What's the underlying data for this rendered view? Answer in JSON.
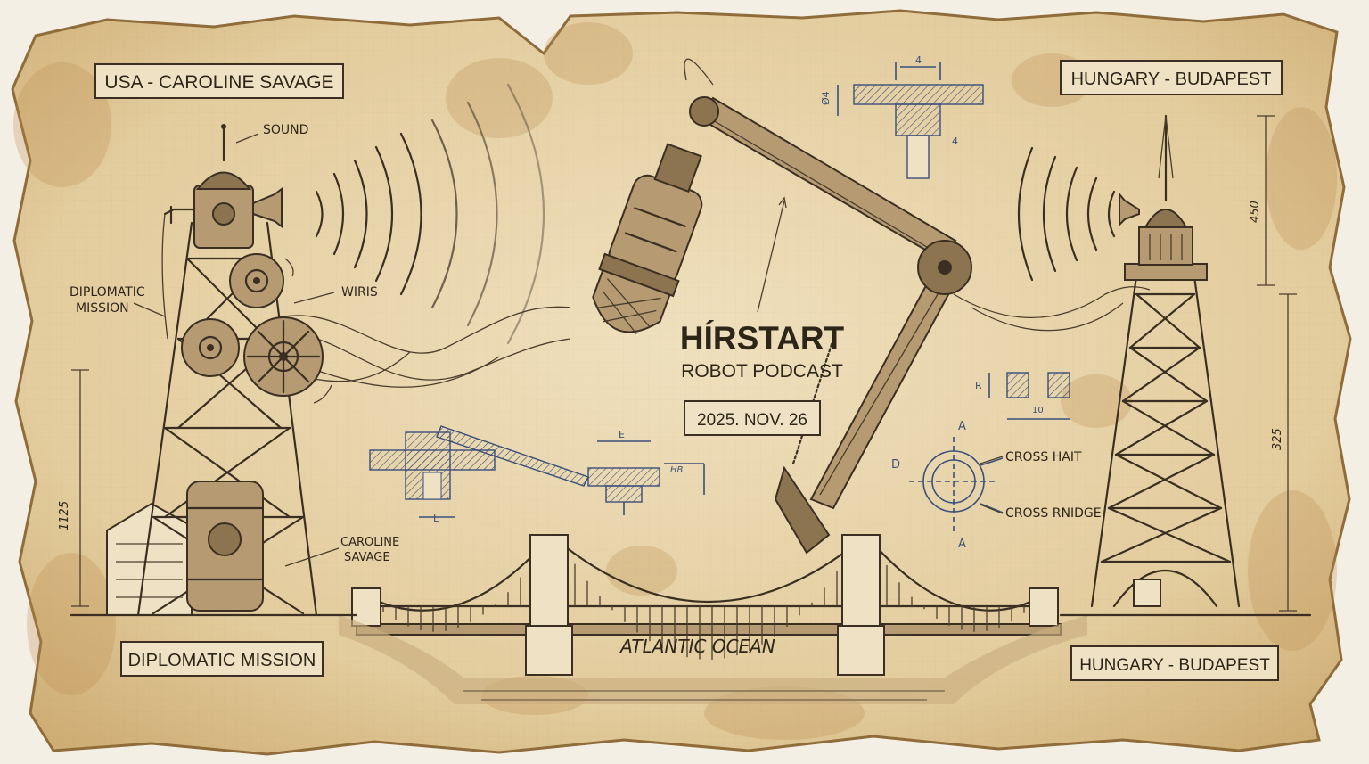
{
  "labels": {
    "top_left": "USA - CAROLINE SAVAGE",
    "top_right": "HUNGARY - BUDAPEST",
    "bottom_left": "DIPLOMATIC MISSION",
    "bottom_right": "HUNGARY - BUDAPEST",
    "ocean": "ATLANTIC OCEAN"
  },
  "title": {
    "main": "HÍRSTART",
    "sub": "ROBOT PODCAST",
    "date": "2025. NOV. 26"
  },
  "annotations": {
    "sound": "SOUND",
    "wiris": "WIRIS",
    "diplomatic_mission_l1": "DIPLOMATIC",
    "diplomatic_mission_l2": "MISSION",
    "caroline_l1": "CAROLINE",
    "caroline_l2": "SAVAGE",
    "cross_hait": "CROSS HAIT",
    "cross_rnidge": "CROSS RNIDGE",
    "section_a_top": "A",
    "section_a_bottom": "A",
    "section_d": "D"
  },
  "dimensions": {
    "left_height": "1125",
    "right_upper": "450",
    "right_lower": "325",
    "top_small_w": "4",
    "top_small_dia": "Ø4",
    "top_small_side": "4",
    "mid_e": "E",
    "mid_l": "L",
    "mid_hb": "HB",
    "right_r": "R",
    "right_10": "10"
  },
  "colors": {
    "parchment": "#e6d3ab",
    "ink": "#3a2f22",
    "blueprint": "#3a4f7a",
    "stain": "#c7a26a"
  }
}
